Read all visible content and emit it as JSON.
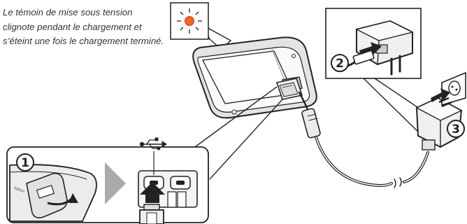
{
  "caption": "Le témoin de mise sous tension clignote pendant le chargement et s’éteint une fois le chargement terminé.",
  "steps": [
    "1",
    "2",
    "3"
  ],
  "icons": [
    "power-lamp-icon",
    "usb-symbol-icon",
    "insert-arrow-icon",
    "power-outlet-icon",
    "play-triangle-icon"
  ],
  "colors": {
    "lamp": "#f26522",
    "line": "#222222",
    "fill": "#f0f0f0",
    "arrow": "#aaaaaa"
  }
}
